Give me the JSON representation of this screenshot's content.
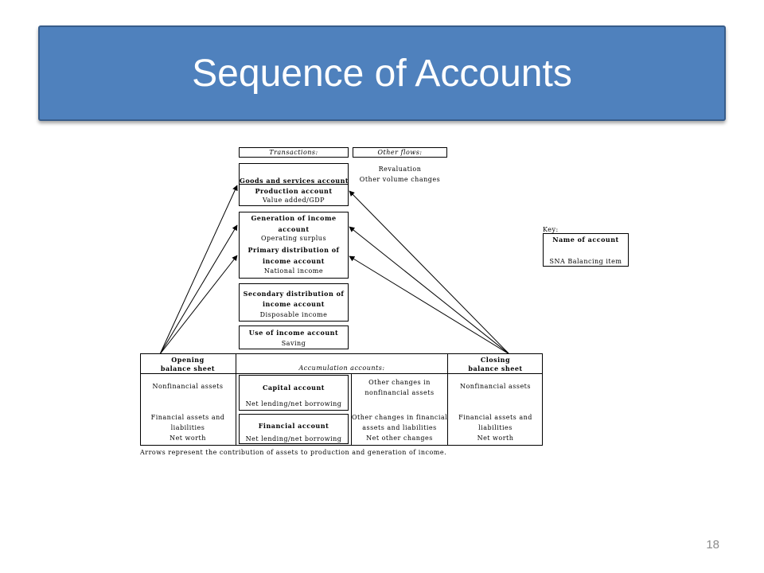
{
  "slide": {
    "title": "Sequence of Accounts",
    "page_number": "18"
  },
  "diagram": {
    "header": {
      "transactions": "Transactions:",
      "other_flows": "Other flows:"
    },
    "other_flows_items": {
      "revaluation": "Revaluation",
      "other_volume_changes": "Other volume changes"
    },
    "box1": {
      "goods_services": "Goods and services account",
      "production": "Production account",
      "production_item": "Value added/GDP"
    },
    "box2": {
      "generation_line1": "Generation of income",
      "generation_line2": "account",
      "generation_item": "Operating surplus",
      "primary_line1": "Primary distribution of",
      "primary_line2": "income account",
      "primary_item": "National income"
    },
    "box3": {
      "secondary_line1": "Secondary distribution of",
      "secondary_line2": "income account",
      "secondary_item": "Disposable income"
    },
    "box4": {
      "use_income": "Use of income account",
      "use_item": "Saving"
    },
    "opening": {
      "title_line1": "Opening",
      "title_line2": "balance sheet",
      "nonfinancial": "Nonfinancial assets",
      "financial_line1": "Financial assets and",
      "financial_line2": "liabilities",
      "net_worth": "Net worth"
    },
    "accumulation": {
      "title": "Accumulation accounts:",
      "capital_account": "Capital account",
      "capital_item": "Net lending/net borrowing",
      "financial_account": "Financial account",
      "financial_item": "Net lending/net borrowing",
      "other_nonfin_line1": "Other changes in",
      "other_nonfin_line2": "nonfinancial assets",
      "other_fin_line1": "Other changes in financial",
      "other_fin_line2": "assets and liabilities",
      "net_other_changes": "Net other changes"
    },
    "closing": {
      "title_line1": "Closing",
      "title_line2": "balance sheet",
      "nonfinancial": "Nonfinancial assets",
      "financial_line1": "Financial assets and",
      "financial_line2": "liabilities",
      "net_worth": "Net worth"
    },
    "key": {
      "label": "Key:",
      "name_of_account": "Name of account",
      "balancing_item": "SNA Balancing item"
    },
    "footnote": "Arrows represent the contribution of assets to production and generation of income."
  }
}
